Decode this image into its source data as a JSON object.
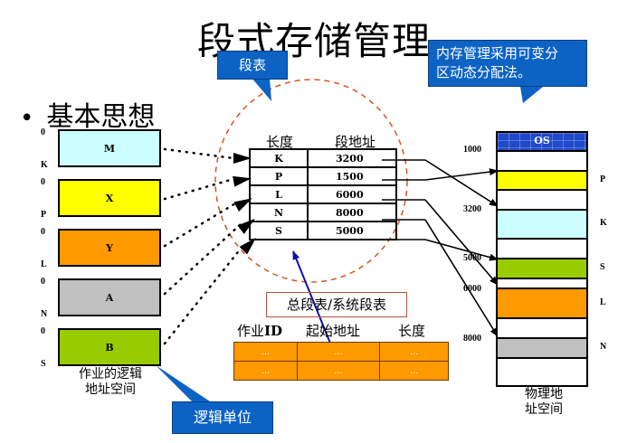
{
  "title": "段式存储管理",
  "bullet": "基本思想",
  "callouts": {
    "segment_table": "段表",
    "memory_note": "内存管理采用可变分区动态分配法。",
    "memory_note_line1": "内存管理采用可变分",
    "memory_note_line2": "区动态分配法。",
    "logical_unit": "逻辑单位"
  },
  "logical_segments": [
    {
      "name": "M",
      "start": "0",
      "end": "K",
      "color": "#ccffff"
    },
    {
      "name": "X",
      "start": "0",
      "end": "P",
      "color": "#ffff00"
    },
    {
      "name": "Y",
      "start": "0",
      "end": "L",
      "color": "#ff9900"
    },
    {
      "name": "A",
      "start": "0",
      "end": "N",
      "color": "#c0c0c0"
    },
    {
      "name": "B",
      "start": "0",
      "end": "S",
      "color": "#99cc00"
    }
  ],
  "logical_caption_line1": "作业的逻辑",
  "logical_caption_line2": "地址空间",
  "segment_table": {
    "headers": [
      "长度",
      "段地址"
    ],
    "rows": [
      {
        "length": "K",
        "address": "3200"
      },
      {
        "length": "P",
        "address": "1500"
      },
      {
        "length": "L",
        "address": "6000"
      },
      {
        "length": "N",
        "address": "8000"
      },
      {
        "length": "S",
        "address": "5000"
      }
    ]
  },
  "global_table": {
    "label": "总段表/系统段表",
    "headers": [
      "作业",
      "ID",
      "起始地址",
      "长度"
    ],
    "rows": [
      [
        "...",
        "...",
        "..."
      ],
      [
        "...",
        "...",
        "..."
      ]
    ]
  },
  "physical_memory": {
    "os_label": "OS",
    "address_labels": [
      "1000",
      "3200",
      "5000",
      "6000",
      "8000"
    ],
    "segment_labels": [
      "P",
      "K",
      "S",
      "L",
      "N"
    ],
    "caption_line1": "物理地",
    "caption_line2": "址空间"
  },
  "colors": {
    "callout_blue": "#0d63c4",
    "os_blue": "#1f49c9",
    "circle_dash": "#d9541e",
    "orange": "#ff9900",
    "pointer_blue": "#1010b0"
  }
}
